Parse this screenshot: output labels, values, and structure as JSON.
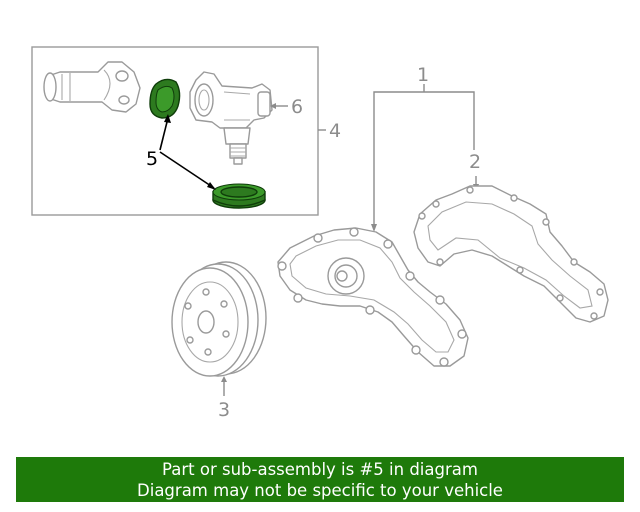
{
  "callouts": {
    "c1": "1",
    "c2": "2",
    "c3": "3",
    "c4": "4",
    "c5": "5",
    "c6": "6"
  },
  "highlight": {
    "part_number": "5",
    "color": "#1e7a0a",
    "part_fill": "#2d7a1f"
  },
  "banner": {
    "line1": "Part or sub-assembly is #5 in diagram",
    "line2": "Diagram may not be specific to your vehicle"
  }
}
